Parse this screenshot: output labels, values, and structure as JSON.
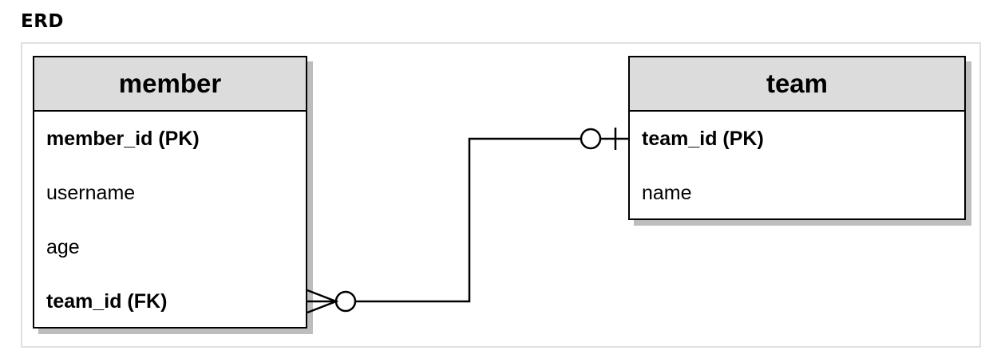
{
  "title": "ERD",
  "entities": {
    "member": {
      "name": "member",
      "attributes": [
        {
          "label": "member_id (PK)",
          "key": true
        },
        {
          "label": "username",
          "key": false
        },
        {
          "label": "age",
          "key": false
        },
        {
          "label": "team_id (FK)",
          "key": true
        }
      ]
    },
    "team": {
      "name": "team",
      "attributes": [
        {
          "label": "team_id (PK)",
          "key": true
        },
        {
          "label": "name",
          "key": false
        }
      ]
    }
  },
  "relationship": {
    "from_entity": "member",
    "from_attribute": "team_id (FK)",
    "from_cardinality": "zero-or-many",
    "to_entity": "team",
    "to_attribute": "team_id (PK)",
    "to_cardinality": "zero-or-one"
  },
  "colors": {
    "header_fill": "#dcdcdc",
    "shadow": "#bdbdbd",
    "frame_border": "#e0e0e0",
    "line": "#000000"
  }
}
